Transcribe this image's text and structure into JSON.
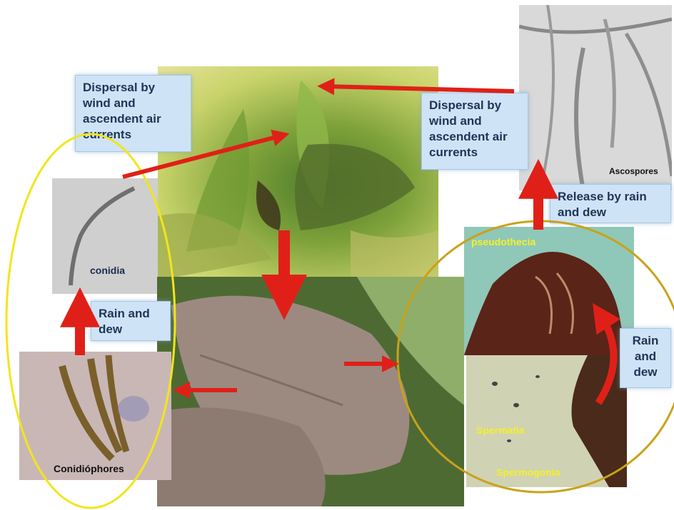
{
  "callouts": {
    "dispersal_left": "Dispersal by wind and ascendent air currents",
    "dispersal_right": "Dispersal by wind and ascendent air currents",
    "release": "Release by rain and dew",
    "rain_left": "Rain and dew",
    "rain_right": "Rain and dew"
  },
  "labels": {
    "ascospores": "Ascospores",
    "conidia": "conidia",
    "conidiophores": "Conidióphores",
    "pseudothecia": "pseudothecia",
    "spermatia": "Spermatia",
    "spermogonia": "Spermogonia"
  },
  "colors": {
    "arrow": "#e02018",
    "ellipse": "#f2e51c",
    "callout_bg": "#cfe3f6",
    "callout_text": "#1d3557",
    "photo_label_yellow": "#f5f02a"
  }
}
